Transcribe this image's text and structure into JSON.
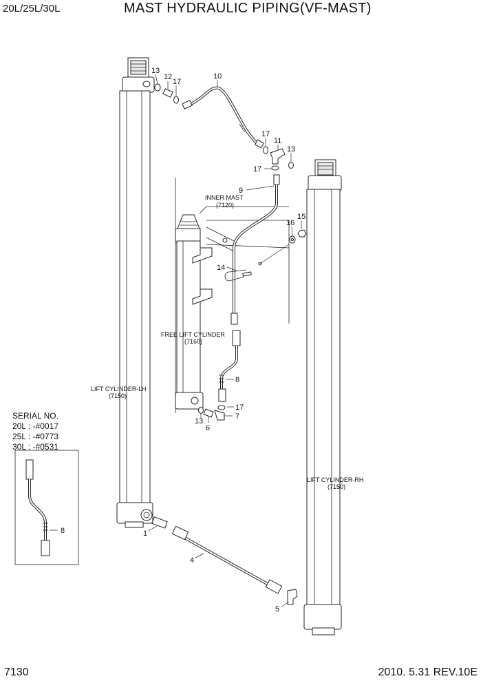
{
  "header": {
    "model": "20L/25L/30L",
    "title": "MAST HYDRAULIC PIPING(VF-MAST)"
  },
  "footer": {
    "page_code": "7130",
    "revision": "2010. 5.31  REV.10E"
  },
  "serial": {
    "heading": "SERIAL NO.",
    "lines": [
      "20L : -#0017",
      "25L : -#0773",
      "30L : -#0531"
    ]
  },
  "labels": {
    "inner_mast": "INNER MAST",
    "inner_mast_code": "(7120)",
    "free_lift": "FREE LIFT CYLINDER",
    "free_lift_code": "(7160)",
    "lift_lh": "LIFT CYLINDER-LH",
    "lift_lh_code": "(7150)",
    "lift_rh": "LIFT CYLINDER-RH",
    "lift_rh_code": "(7150)"
  },
  "callouts": {
    "n13a": "13",
    "n12": "12",
    "n17a": "17",
    "n10": "10",
    "n17b": "17",
    "n11": "11",
    "n13b": "13",
    "n17c": "17",
    "n9": "9",
    "n16": "16",
    "n15": "15",
    "n14": "14",
    "n8": "8",
    "n17d": "17",
    "n7": "7",
    "n13c": "13",
    "n6": "6",
    "n1": "1",
    "n4": "4",
    "n5": "5",
    "n8b": "8"
  }
}
